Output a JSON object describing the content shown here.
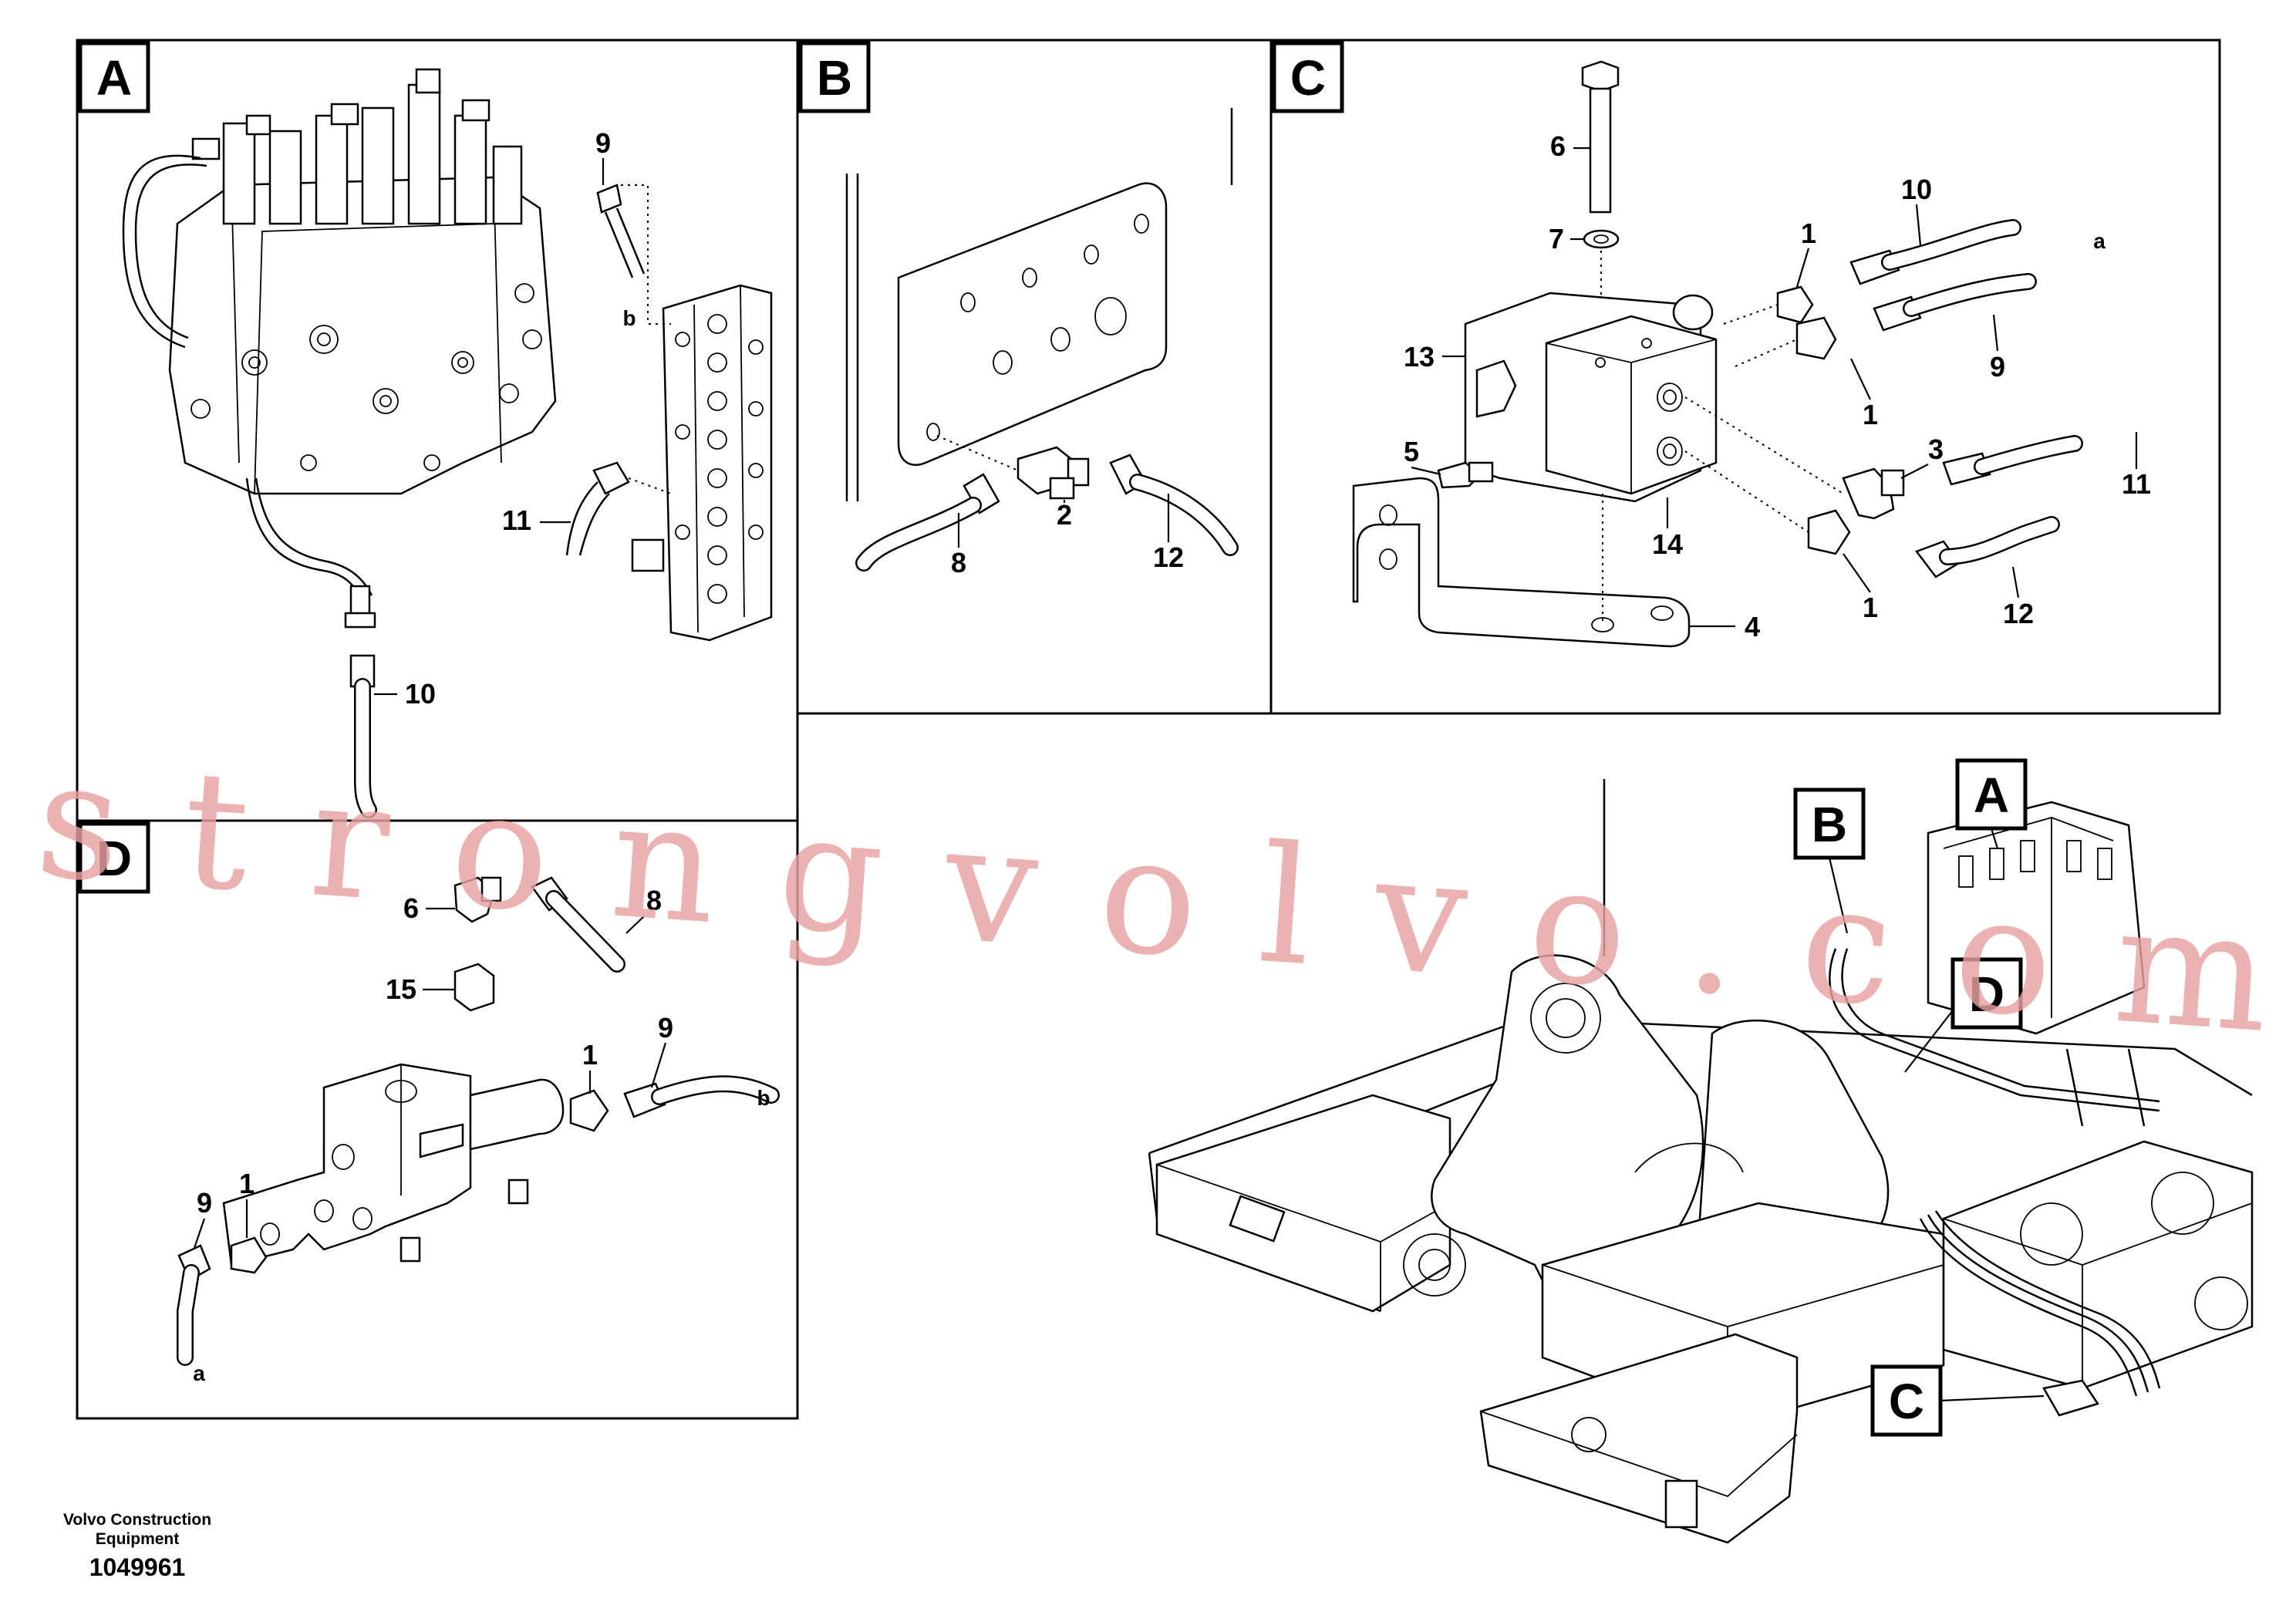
{
  "panels": {
    "A": {
      "letter": "A",
      "labels": {
        "p9": "9",
        "b": "b",
        "p11": "11",
        "p10": "10"
      }
    },
    "B": {
      "letter": "B",
      "labels": {
        "p2": "2",
        "p8": "8",
        "p12": "12"
      }
    },
    "C": {
      "letter": "C",
      "labels": {
        "p6": "6",
        "p7": "7",
        "p1a": "1",
        "p10": "10",
        "a": "a",
        "p9": "9",
        "p1b": "1",
        "p13": "13",
        "p5": "5",
        "p3": "3",
        "p11": "11",
        "p14": "14",
        "p4": "4",
        "p1c": "1",
        "p12": "12"
      }
    },
    "D": {
      "letter": "D",
      "labels": {
        "p6": "6",
        "p8": "8",
        "p15": "15",
        "p1a": "1",
        "p9a": "9",
        "b": "b",
        "p9b": "9",
        "p1b": "1",
        "a": "a"
      }
    }
  },
  "overview": {
    "callouts": {
      "B": "B",
      "A": "A",
      "D": "D",
      "C": "C"
    }
  },
  "footer": {
    "company": "Volvo Construction",
    "company2": "Equipment",
    "drawing_number": "1049961"
  },
  "watermark": "strongvolvo.com"
}
